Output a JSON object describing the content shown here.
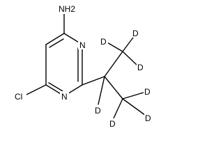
{
  "molecule": {
    "atom_labels": {
      "amino": "NH2",
      "ring_n_upper": "N",
      "ring_n_lower": "N",
      "chloro": "Cl",
      "d_methine": "D",
      "d_upper_1": "D",
      "d_upper_2": "D",
      "d_upper_3": "D",
      "d_lower_1": "D",
      "d_lower_2": "D",
      "d_lower_3": "D"
    }
  }
}
